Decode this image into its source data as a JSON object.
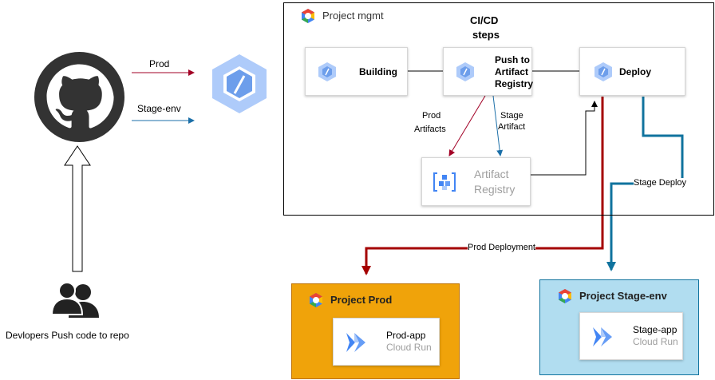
{
  "project_mgmt": {
    "title": "Project mgmt",
    "heading_line1": "CI/CD",
    "heading_line2": "steps"
  },
  "steps": {
    "building": "Building",
    "push_line1": "Push to",
    "push_line2": "Artifact",
    "push_line3": "Registry",
    "deploy": "Deploy"
  },
  "artifact_registry": {
    "line1": "Artifact",
    "line2": "Registry"
  },
  "edges": {
    "prod": "Prod",
    "stage_env": "Stage-env",
    "prod_artifacts_line1": "Prod",
    "prod_artifacts_line2": "Artifacts",
    "stage_artifact_line1": "Stage",
    "stage_artifact_line2": "Artifact",
    "prod_deployment": "Prod Deployment",
    "stage_deploy": "Stage Deploy"
  },
  "developers": {
    "caption": "Devlopers Push code to repo"
  },
  "project_prod": {
    "title": "Project Prod",
    "app_name": "Prod-app",
    "service": "Cloud Run",
    "color": "#f0a30a"
  },
  "project_stage": {
    "title": "Project Stage-env",
    "app_name": "Stage-app",
    "service": "Cloud Run",
    "color": "#b1ddf0"
  },
  "colors": {
    "prod_line": "#a50000",
    "stage_line": "#10739e",
    "prod_arrow": "#a20025",
    "stage_arrow": "#1b6fa8",
    "hex_blue": "#6d9eeb"
  }
}
